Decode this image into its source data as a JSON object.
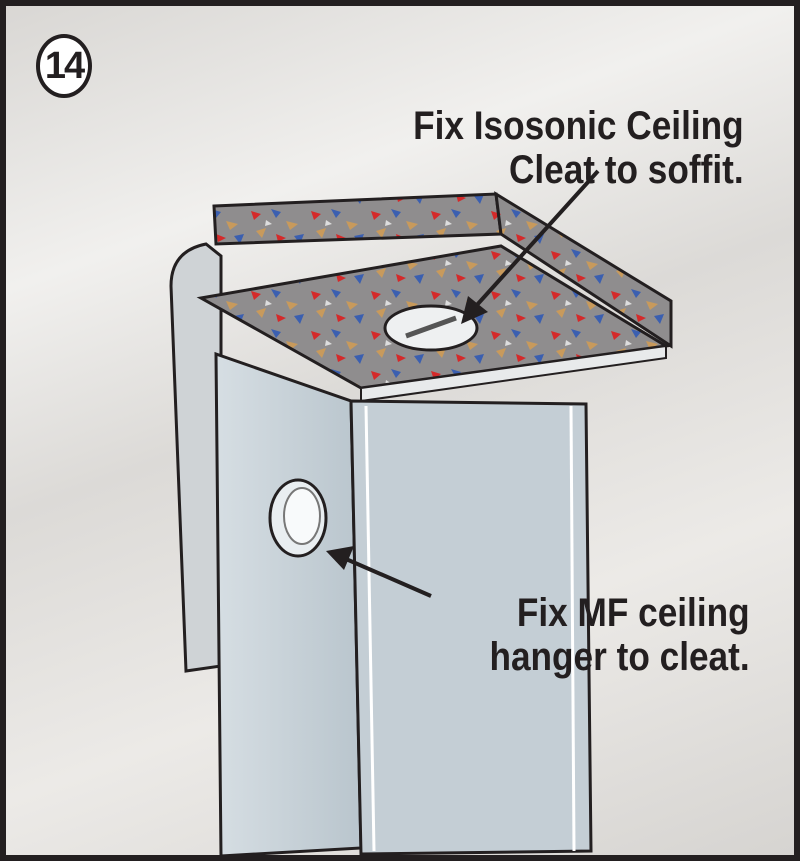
{
  "step_number": "14",
  "callouts": [
    {
      "lines": [
        "Fix Isosonic Ceiling",
        "Cleat to soffit."
      ]
    },
    {
      "lines": [
        "Fix MF ceiling",
        "hanger to cleat."
      ]
    }
  ],
  "colors": {
    "border": "#231f20",
    "hanger": "#c9d3d9",
    "slab": "#8d8b8c"
  }
}
